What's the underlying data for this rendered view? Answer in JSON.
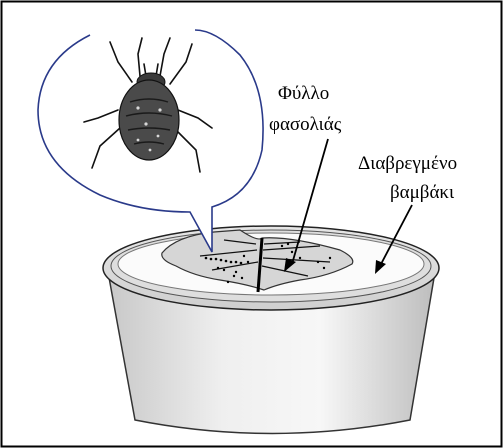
{
  "labels": {
    "leaf_line1": "Φύλλο",
    "leaf_line2": "φασολιάς",
    "cotton_line1": "Διαβρεγμένο",
    "cotton_line2": "βαμβάκι"
  },
  "icons": {
    "mite": "spider-mite-illustration",
    "container": "round-plastic-container",
    "leaf": "bean-leaf-disc"
  },
  "colors": {
    "frame": "#000000",
    "bubble_outline": "#2a3a8a",
    "background": "#ffffff",
    "container_side": "#d9d9d9"
  }
}
